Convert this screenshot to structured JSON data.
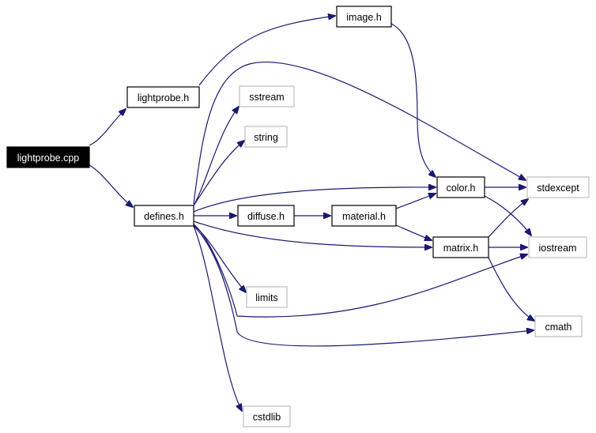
{
  "diagram": {
    "type": "include-dependency-graph",
    "colors": {
      "edge": "#191970",
      "node_border": "#000000",
      "external_border": "#bfbfbf",
      "root_fill": "#000000",
      "root_text": "#ffffff"
    },
    "nodes": [
      {
        "id": "lightprobe_cpp",
        "label": "lightprobe.cpp",
        "kind": "root"
      },
      {
        "id": "lightprobe_h",
        "label": "lightprobe.h",
        "kind": "local"
      },
      {
        "id": "image_h",
        "label": "image.h",
        "kind": "local"
      },
      {
        "id": "defines_h",
        "label": "defines.h",
        "kind": "local"
      },
      {
        "id": "diffuse_h",
        "label": "diffuse.h",
        "kind": "local"
      },
      {
        "id": "material_h",
        "label": "material.h",
        "kind": "local"
      },
      {
        "id": "color_h",
        "label": "color.h",
        "kind": "local"
      },
      {
        "id": "matrix_h",
        "label": "matrix.h",
        "kind": "local"
      },
      {
        "id": "sstream",
        "label": "sstream",
        "kind": "external"
      },
      {
        "id": "string",
        "label": "string",
        "kind": "external"
      },
      {
        "id": "limits",
        "label": "limits",
        "kind": "external"
      },
      {
        "id": "cstdlib",
        "label": "cstdlib",
        "kind": "external"
      },
      {
        "id": "stdexcept",
        "label": "stdexcept",
        "kind": "external"
      },
      {
        "id": "iostream",
        "label": "iostream",
        "kind": "external"
      },
      {
        "id": "cmath",
        "label": "cmath",
        "kind": "external"
      }
    ],
    "edges": [
      {
        "from": "lightprobe_cpp",
        "to": "lightprobe_h"
      },
      {
        "from": "lightprobe_cpp",
        "to": "defines_h"
      },
      {
        "from": "lightprobe_h",
        "to": "image_h"
      },
      {
        "from": "image_h",
        "to": "color_h"
      },
      {
        "from": "defines_h",
        "to": "sstream"
      },
      {
        "from": "defines_h",
        "to": "string"
      },
      {
        "from": "defines_h",
        "to": "stdexcept"
      },
      {
        "from": "defines_h",
        "to": "color_h"
      },
      {
        "from": "defines_h",
        "to": "diffuse_h"
      },
      {
        "from": "defines_h",
        "to": "matrix_h"
      },
      {
        "from": "defines_h",
        "to": "limits"
      },
      {
        "from": "defines_h",
        "to": "iostream"
      },
      {
        "from": "defines_h",
        "to": "cmath"
      },
      {
        "from": "defines_h",
        "to": "cstdlib"
      },
      {
        "from": "diffuse_h",
        "to": "material_h"
      },
      {
        "from": "material_h",
        "to": "color_h"
      },
      {
        "from": "material_h",
        "to": "matrix_h"
      },
      {
        "from": "color_h",
        "to": "stdexcept"
      },
      {
        "from": "color_h",
        "to": "iostream"
      },
      {
        "from": "matrix_h",
        "to": "stdexcept"
      },
      {
        "from": "matrix_h",
        "to": "iostream"
      },
      {
        "from": "matrix_h",
        "to": "cmath"
      }
    ]
  }
}
